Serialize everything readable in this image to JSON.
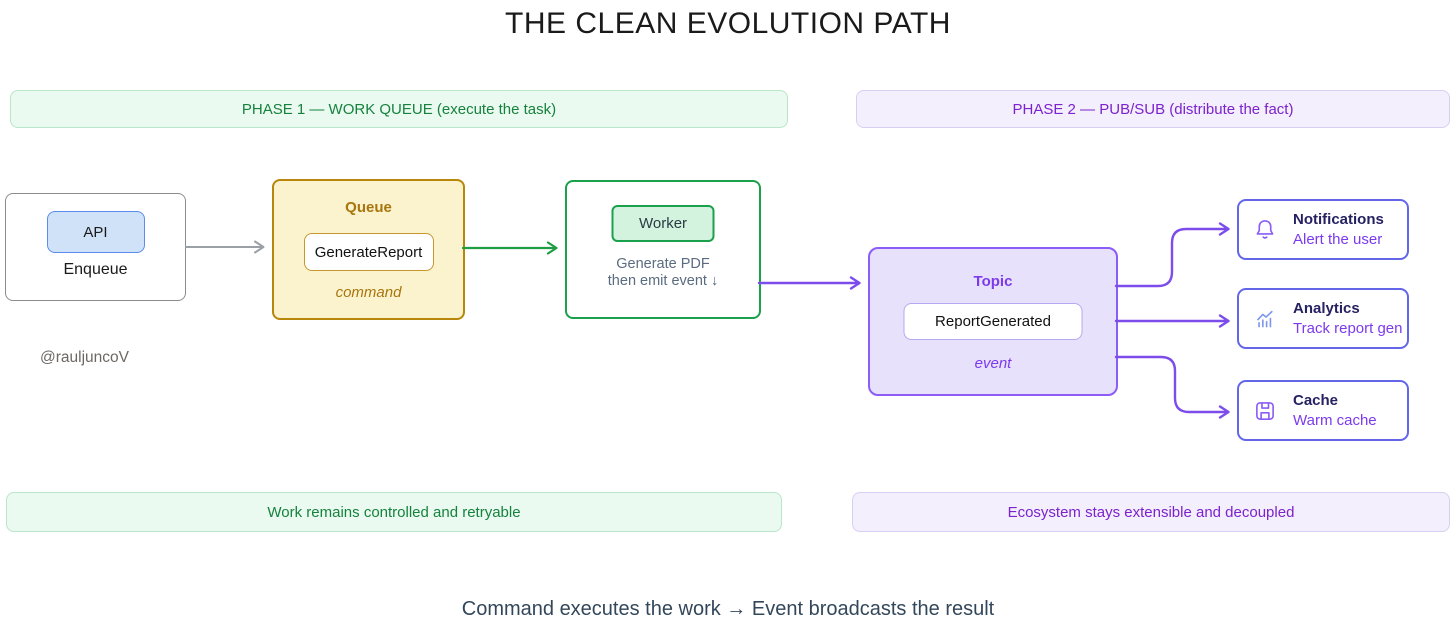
{
  "title": "THE CLEAN EVOLUTION PATH",
  "watermark": "@rauljuncoV",
  "caption": "Command executes the work → Event broadcasts the result",
  "phase1": {
    "banner": "PHASE 1 — WORK QUEUE (execute the task)",
    "footer": "Work remains controlled and retryable"
  },
  "phase2": {
    "banner": "PHASE 2 — PUB/SUB (distribute the fact)",
    "footer": "Ecosystem stays extensible and decoupled"
  },
  "nodes": {
    "api": {
      "label": "API",
      "sublabel": "Enqueue"
    },
    "queue": {
      "title": "Queue",
      "message": "GenerateReport",
      "kind": "command"
    },
    "worker": {
      "label": "Worker",
      "note_line1": "Generate PDF",
      "note_line2": "then emit event ↓"
    },
    "topic": {
      "title": "Topic",
      "message": "ReportGenerated",
      "kind": "event"
    },
    "subscribers": [
      {
        "icon": "bell-icon",
        "title": "Notifications",
        "subtitle": "Alert the user"
      },
      {
        "icon": "bar-chart-icon",
        "title": "Analytics",
        "subtitle": "Track report gen"
      },
      {
        "icon": "floppy-disk-icon",
        "title": "Cache",
        "subtitle": "Warm cache"
      }
    ]
  },
  "colors": {
    "green_bg": "#eafaf0",
    "green_border_soft": "#b9e5c9",
    "green_text": "#16823d",
    "green_accent": "#1ba04c",
    "green_fill": "#d3f3de",
    "green_arrow": "#1f9d44",
    "amber_bg": "#faf3cd",
    "amber_border": "#b8860b",
    "amber_inner_border": "#c9962e",
    "amber_text": "#a9750e",
    "purple_bg_soft": "#f3effc",
    "purple_border_soft": "#d8cef2",
    "purple_text_banner": "#7c22ce",
    "purple_text": "#7c3aed",
    "purple_accent": "#8b5cf6",
    "purple_arrow": "#7c4dea",
    "topic_bg": "#e7e1fb",
    "topic_inner_border": "#b7a8f2",
    "sub_border": "#6366e8",
    "sub_title": "#262262",
    "icon_purple": "#8b5cf6",
    "icon_blue": "#7e96ef",
    "blue_btn_bg": "#cfe2f8",
    "blue_btn_border": "#5b8def",
    "gray_border": "#8c8c8c",
    "gray_arrow": "#9aa0a6",
    "slate_text": "#5b6b80",
    "worker_label": "#2b3a46",
    "navy_caption": "#33475b",
    "watermark_gray": "#6e6864"
  }
}
